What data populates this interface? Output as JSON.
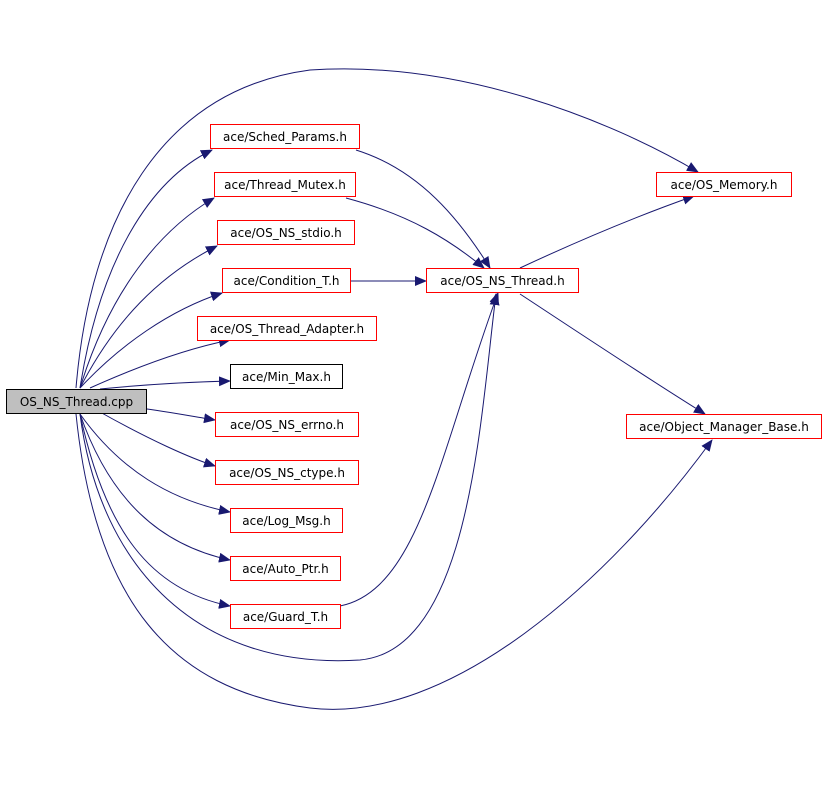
{
  "diagram": {
    "edge_color": "#191970",
    "root": {
      "label": "OS_NS_Thread.cpp"
    },
    "nodes": {
      "sched_params": "ace/Sched_Params.h",
      "thread_mutex": "ace/Thread_Mutex.h",
      "os_ns_stdio": "ace/OS_NS_stdio.h",
      "condition_t": "ace/Condition_T.h",
      "os_thread_adapter": "ace/OS_Thread_Adapter.h",
      "min_max": "ace/Min_Max.h",
      "os_ns_errno": "ace/OS_NS_errno.h",
      "os_ns_ctype": "ace/OS_NS_ctype.h",
      "log_msg": "ace/Log_Msg.h",
      "auto_ptr": "ace/Auto_Ptr.h",
      "guard_t": "ace/Guard_T.h",
      "os_ns_thread": "ace/OS_NS_Thread.h",
      "os_memory": "ace/OS_Memory.h",
      "object_manager_base": "ace/Object_Manager_Base.h"
    }
  }
}
